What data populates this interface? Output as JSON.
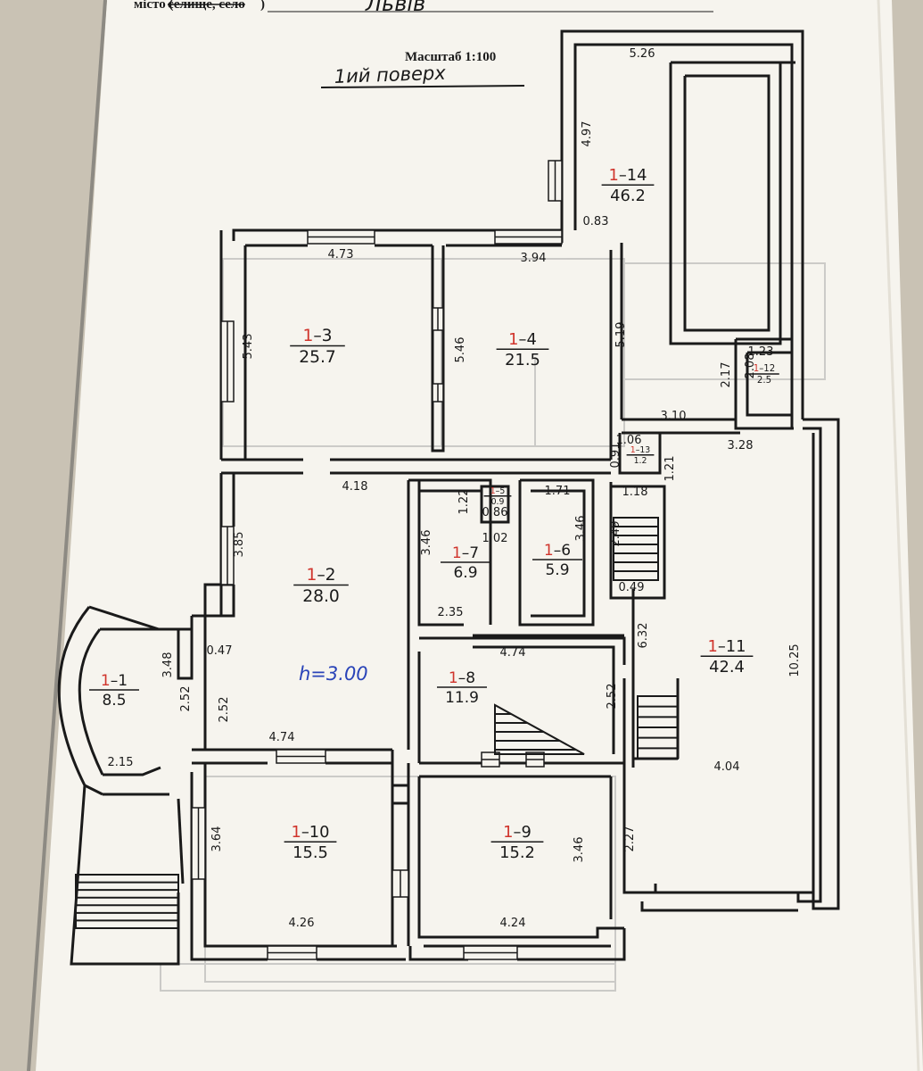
{
  "header": {
    "city_label": "місто (",
    "struck_label": "селище, село",
    "close_paren": ")",
    "city_name": "Львів"
  },
  "scale_label": "Масштаб 1:100",
  "floor_label": "1ий поверх",
  "height_note": "h=3.00",
  "colors": {
    "paper": "#f6f4ee",
    "ink": "#1a1a1a",
    "room_number": "#d0342c",
    "note": "#2a44b8",
    "print_ghost": "#a9a9a9"
  },
  "rooms": [
    {
      "id": "1-1",
      "prefix": "1",
      "suffix": "1",
      "area": "8.5"
    },
    {
      "id": "1-2",
      "prefix": "1",
      "suffix": "2",
      "area": "28.0"
    },
    {
      "id": "1-3",
      "prefix": "1",
      "suffix": "3",
      "area": "25.7"
    },
    {
      "id": "1-4",
      "prefix": "1",
      "suffix": "4",
      "area": "21.5"
    },
    {
      "id": "1-5",
      "prefix": "1",
      "suffix": "5",
      "area": "0.9"
    },
    {
      "id": "1-6",
      "prefix": "1",
      "suffix": "6",
      "area": "5.9"
    },
    {
      "id": "1-7",
      "prefix": "1",
      "suffix": "7",
      "area": "6.9"
    },
    {
      "id": "1-8",
      "prefix": "1",
      "suffix": "8",
      "area": "11.9"
    },
    {
      "id": "1-9",
      "prefix": "1",
      "suffix": "9",
      "area": "15.2"
    },
    {
      "id": "1-10",
      "prefix": "1",
      "suffix": "10",
      "area": "15.5"
    },
    {
      "id": "1-11",
      "prefix": "1",
      "suffix": "11",
      "area": "42.4"
    },
    {
      "id": "1-12",
      "prefix": "1",
      "suffix": "12",
      "area": "2.5"
    },
    {
      "id": "1-13",
      "prefix": "1",
      "suffix": "13",
      "area": "1.2"
    },
    {
      "id": "1-14",
      "prefix": "1",
      "suffix": "14",
      "area": "46.2"
    }
  ],
  "dimensions": [
    "5.26",
    "4.97",
    "0.83",
    "4.73",
    "3.94",
    "5.43",
    "5.46",
    "5.19",
    "2.17",
    "1.23",
    "2.08",
    "3.10",
    "1.06",
    "0.91",
    "3.28",
    "1.21",
    "4.18",
    "1.22",
    "0.86",
    "1.71",
    "3.46",
    "3.46",
    "1.02",
    "1.18",
    "2.49",
    "0.49",
    "3.85",
    "2.35",
    "4.74",
    "6.32",
    "0.47",
    "3.48",
    "2.52",
    "2.52",
    "2.52",
    "10.25",
    "2.15",
    "4.74",
    "4.04",
    "3.64",
    "3.46",
    "2.27",
    "4.26",
    "4.24"
  ]
}
